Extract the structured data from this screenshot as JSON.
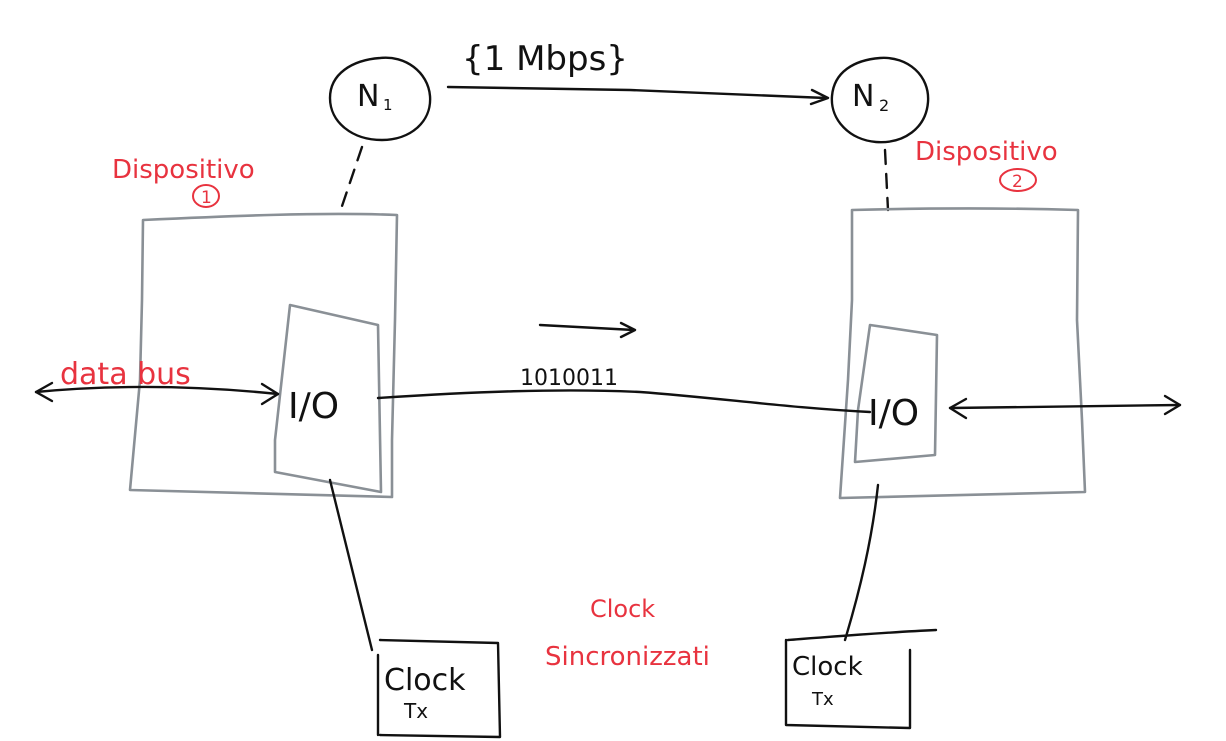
{
  "link": {
    "speed": "{1 Mbps}",
    "bits": "1010011"
  },
  "nodes": {
    "n1": "N",
    "n1_sub": "1",
    "n2": "N",
    "n2_sub": "2"
  },
  "device1": {
    "label": "Dispositivo",
    "number": "1",
    "io": "I/O",
    "clock_line1": "Clock",
    "clock_line2": "Tx"
  },
  "device2": {
    "label": "Dispositivo",
    "number": "2",
    "io": "I/O",
    "clock_line1": "Clock",
    "clock_line2": "Tx"
  },
  "bus": {
    "label": "data bus"
  },
  "note": {
    "line1": "Clock",
    "line2": "Sincronizzati"
  },
  "colors": {
    "ink": "#111111",
    "device_outline": "#8a9096",
    "annotation": "#e8333f"
  }
}
